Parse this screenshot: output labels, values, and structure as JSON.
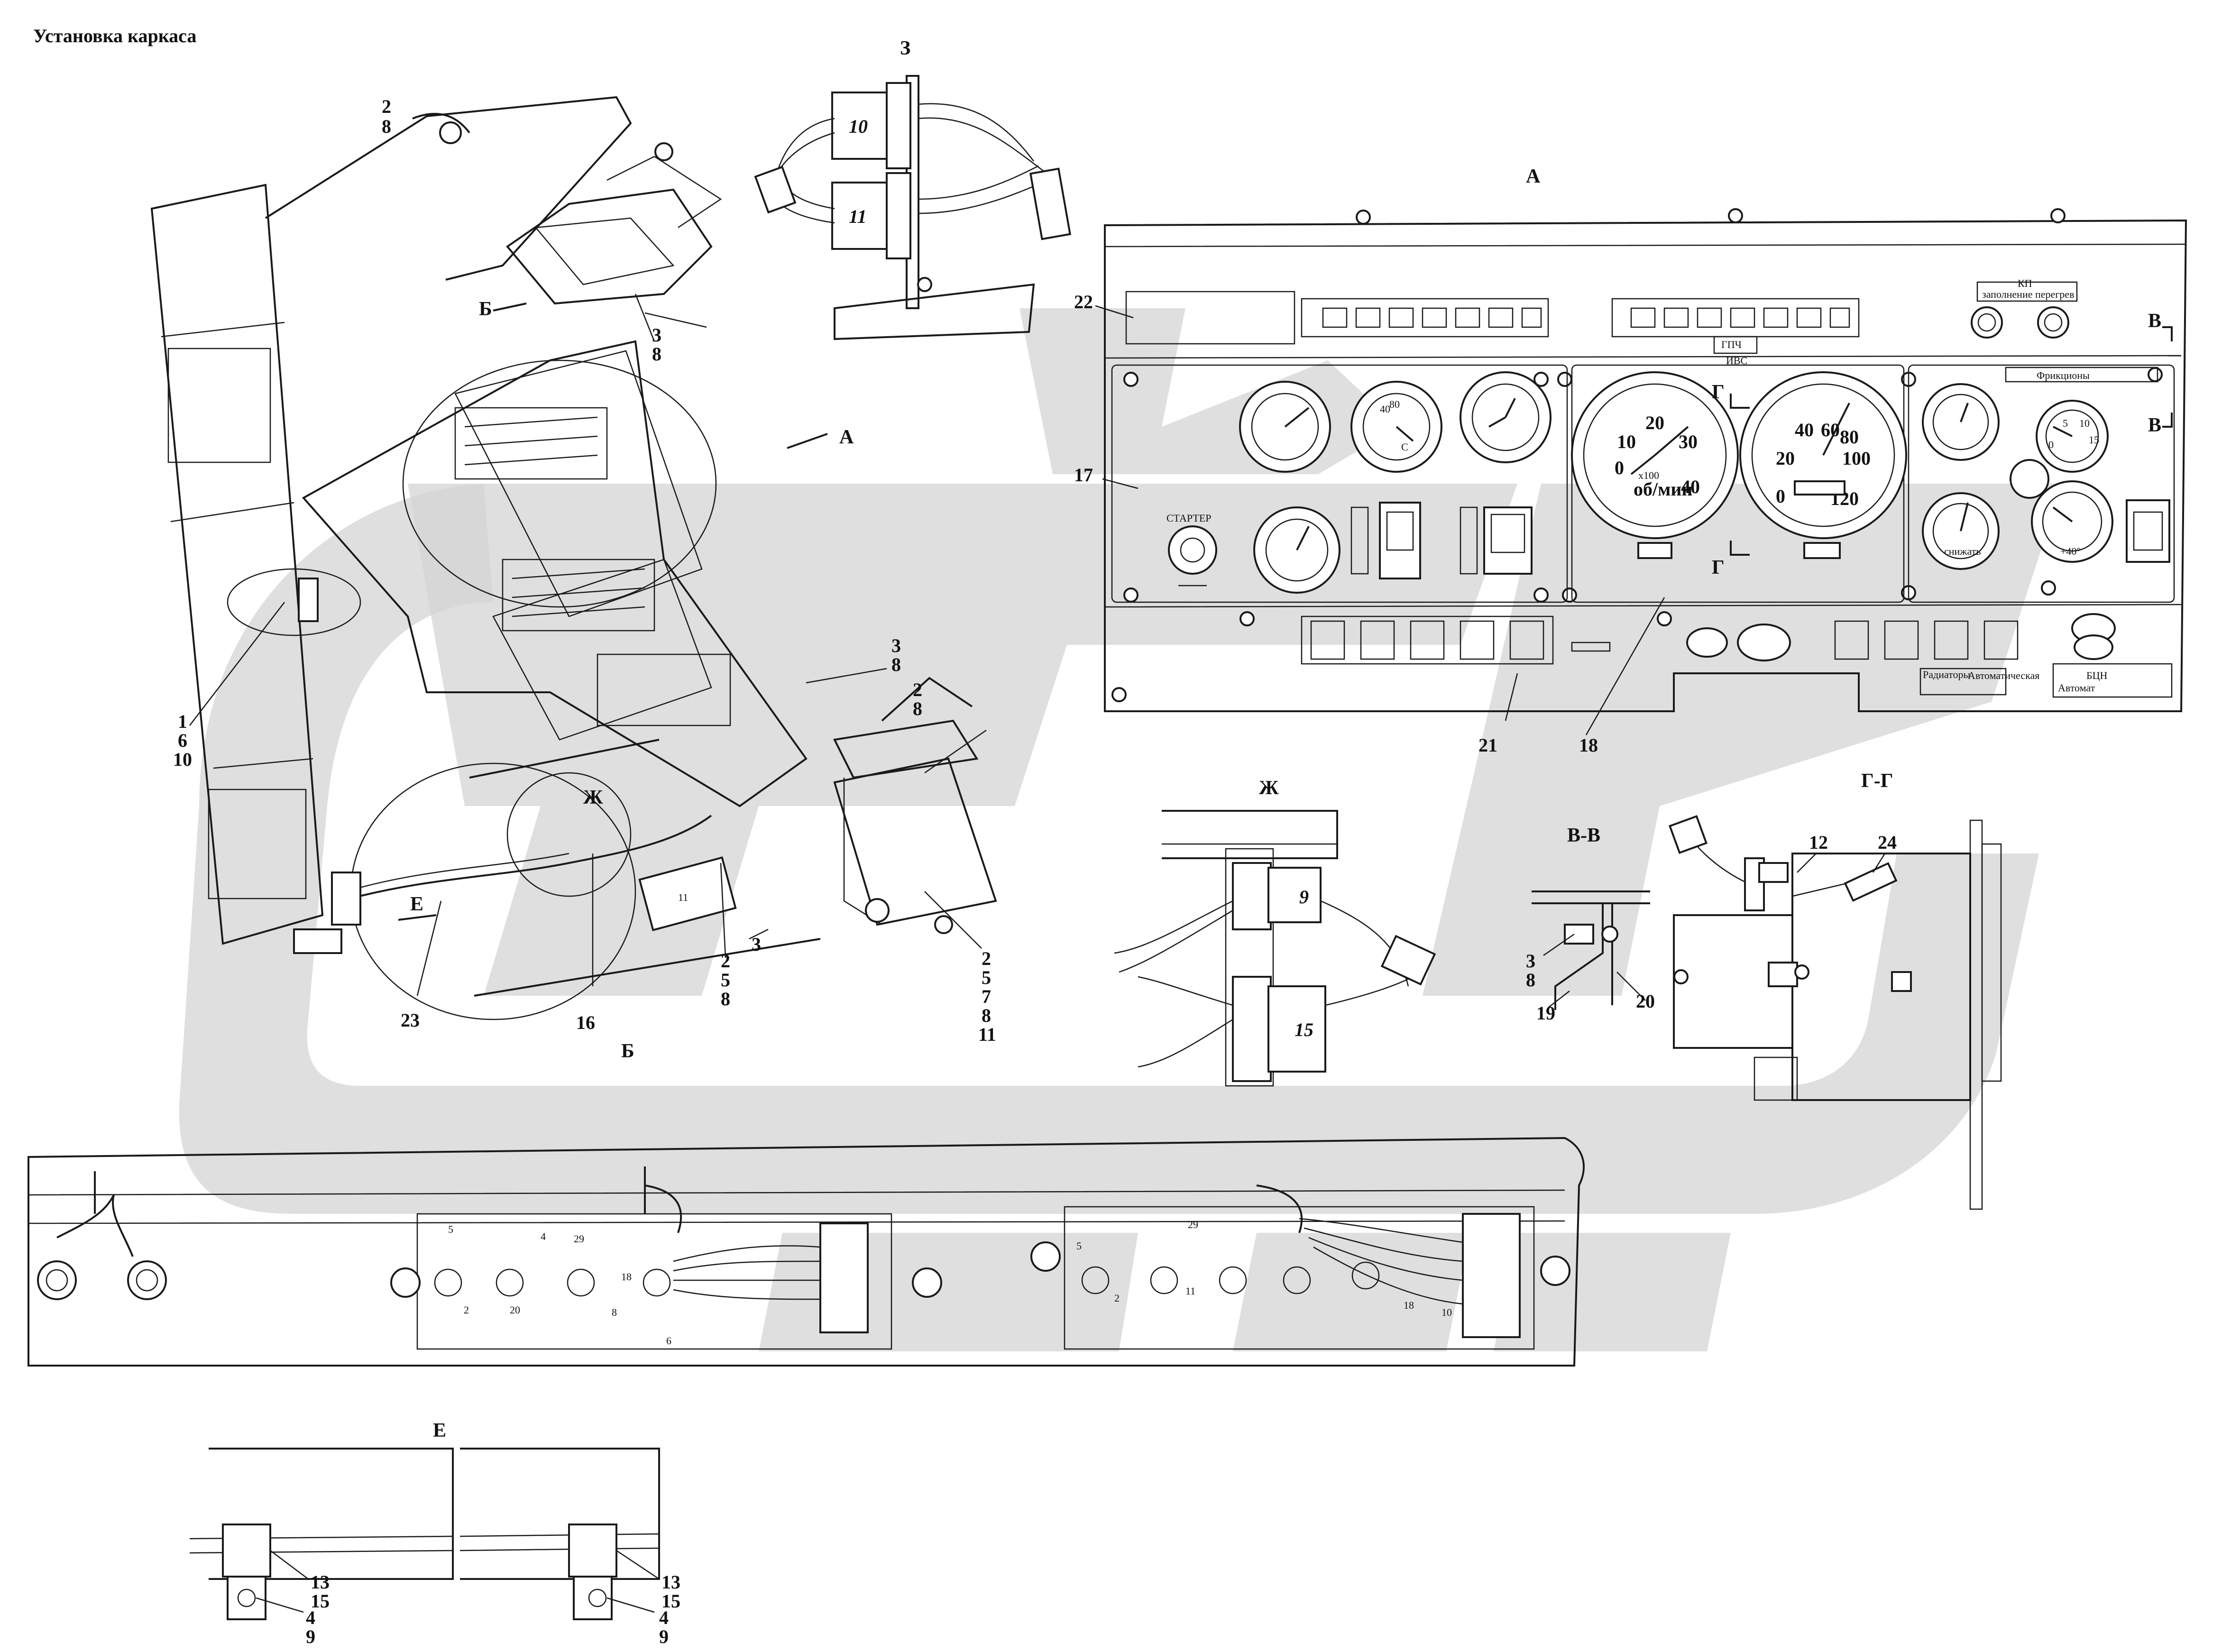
{
  "title": "Установка каркаса",
  "views": {
    "A": "А",
    "B": "Б",
    "V": "В",
    "G": "Г",
    "E": "Е",
    "Zh": "Ж",
    "Z": "З",
    "G_G": "Г-Г",
    "V_V": "В-В"
  },
  "callouts": {
    "top_2_8": [
      "2",
      "8"
    ],
    "panel_3_8": [
      "3",
      "8"
    ],
    "mount_1_6_10": [
      "1",
      "6",
      "10"
    ],
    "side_3_8": [
      "3",
      "8"
    ],
    "side_2_8": [
      "2",
      "8"
    ],
    "bottom_2_5_7_8_11": [
      "2",
      "5",
      "7",
      "8",
      "11"
    ],
    "bottom_2_5_8": [
      "2",
      "5",
      "8"
    ],
    "three": "3",
    "sixteen": "16",
    "twentythree": "23",
    "seventeen": "17",
    "twentytwo": "22",
    "twentyone": "21",
    "eighteen": "18",
    "vv_3_8": [
      "3",
      "8"
    ],
    "nineteen": "19",
    "twenty": "20",
    "twelve": "12",
    "twentyfour": "24",
    "e_left": [
      "13",
      "15",
      "4",
      "9"
    ],
    "e_right": [
      "13",
      "15",
      "4",
      "9"
    ]
  },
  "connectors": {
    "z_top": "10",
    "z_bottom": "11",
    "zh_top": "9",
    "zh_bottom": "15",
    "b_side": "11"
  },
  "panel_labels": {
    "gpch": "ГПЧ",
    "ivs": "ИВС",
    "frictions": "Фрикционы",
    "starter": "СТАРТЕР",
    "rpm_unit": "об/мин",
    "rpm_mult": "x100",
    "radiators": "Радиаторы",
    "automatic": "Автоматическая",
    "bcn": "БЦН",
    "avtomat": "Автомат",
    "snizhat": "снижать",
    "plus40": "+40°",
    "kp": "КП",
    "zapuskanie": "заполнение перегрев"
  },
  "gauges": {
    "tacho": [
      "0",
      "10",
      "20",
      "30",
      "40"
    ],
    "speedo": [
      "0",
      "20",
      "40",
      "60",
      "80",
      "100",
      "120"
    ],
    "small_right": [
      "0",
      "5",
      "10",
      "15"
    ],
    "oil": [
      "40",
      "80",
      "С"
    ]
  },
  "strip_numbers": [
    "5",
    "4",
    "29",
    "2",
    "20",
    "18",
    "8",
    "6",
    "5",
    "29",
    "2",
    "11",
    "18",
    "10"
  ]
}
